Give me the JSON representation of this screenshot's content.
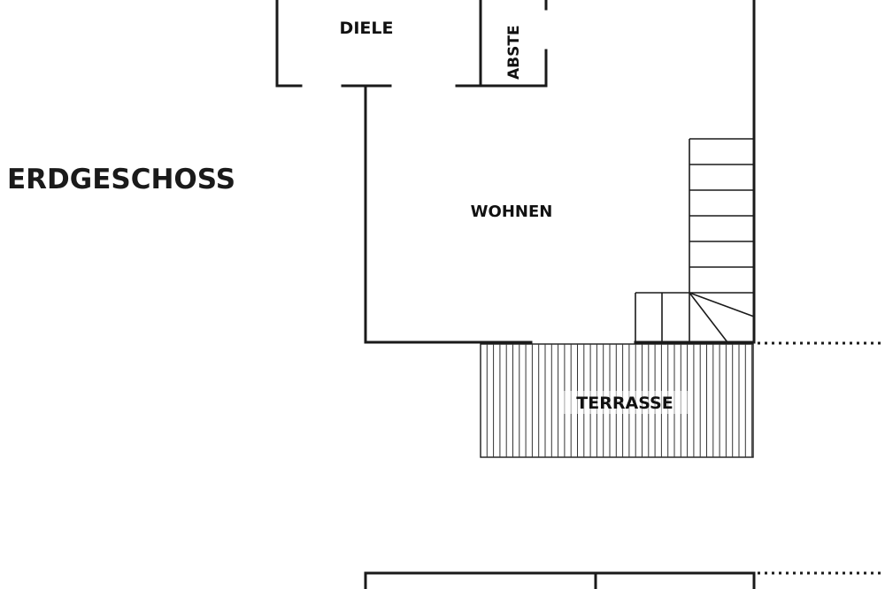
{
  "plan": {
    "title": "ERDGESCHOSS",
    "rooms": {
      "diele": "DIELE",
      "abstell": "ABSTE",
      "wohnen": "WOHNEN",
      "terrasse": "TERRASSE"
    }
  },
  "colors": {
    "line": "#1a1a1a",
    "background": "#ffffff"
  }
}
